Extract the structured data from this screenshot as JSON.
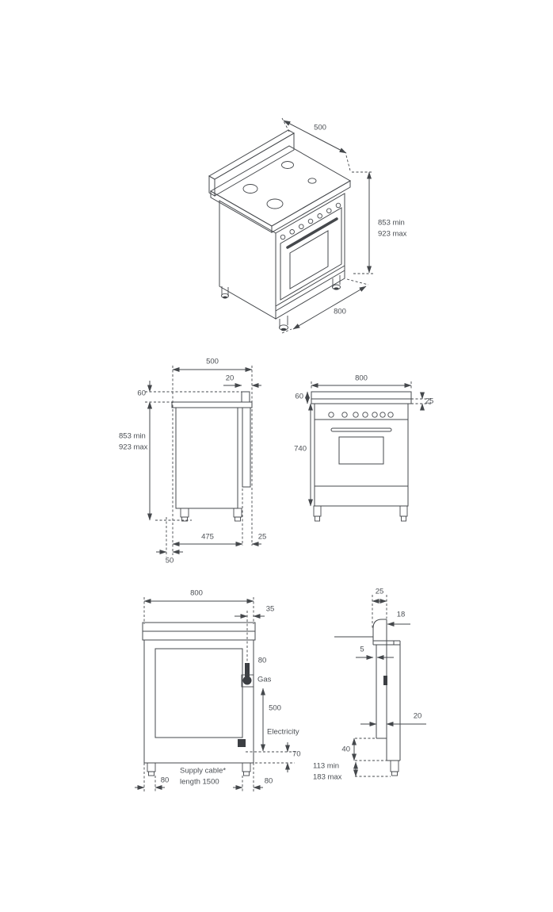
{
  "colors": {
    "background": "#ffffff",
    "line": "#45484c",
    "text": "#4b4f54"
  },
  "views": {
    "isometric": {
      "depth": "500",
      "height_min": "853 min",
      "height_max": "923 max",
      "width": "800"
    },
    "side": {
      "depth": "500",
      "upstand_setback": "20",
      "upstand_height": "60",
      "height_min": "853 min",
      "height_max": "923 max",
      "base_depth": "475",
      "rear_channel_depth": "25",
      "front_offset": "50"
    },
    "front": {
      "width": "800",
      "top_band_height": "60",
      "worktop_thickness": "25",
      "body_height": "740"
    },
    "rear": {
      "width": "800",
      "gas_side_offset": "35",
      "gas_drop": "80",
      "gas_label": "Gas",
      "gas_to_electricity": "500",
      "electricity_label": "Electricity",
      "cable_exit_height": "70",
      "supply_note_line1": "Supply cable*",
      "supply_note_line2": "length 1500",
      "leg_inset_left": "80",
      "leg_inset_right": "80"
    },
    "rear_profile": {
      "upstand_depth": "25",
      "wall_offset": "18",
      "rear_gap": "5",
      "duct_depth": "20",
      "plinth_step": "40",
      "floor_clearance_min": "113 min",
      "floor_clearance_max": "183 max"
    }
  }
}
